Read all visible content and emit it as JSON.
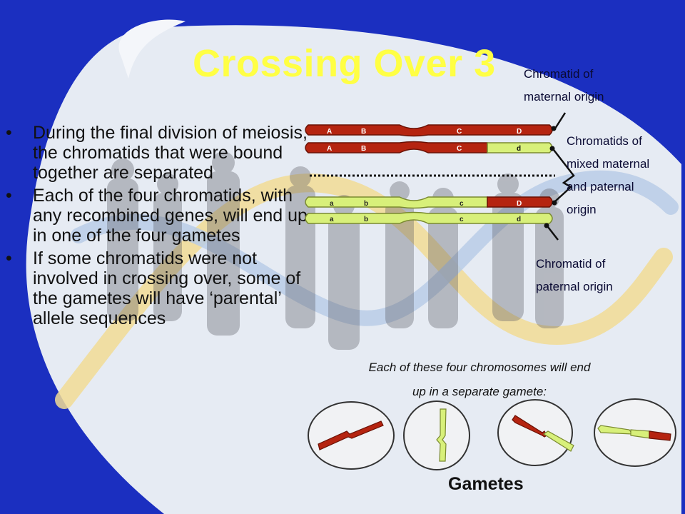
{
  "slide": {
    "title": "Crossing Over 3",
    "bullets": [
      {
        "text": "During the final division of meiosis, the chromatids that were bound together are separated"
      },
      {
        "text": "Each of the four chromatids, with any recombined genes, will end up in one of the four gametes"
      },
      {
        "text": "If some chromatids were not involved in crossing over, some of the gametes will have ‘parental’ allele sequences"
      }
    ],
    "bullet_char": "•"
  },
  "diagram": {
    "labels": {
      "maternal_line1": "Chromatid of",
      "maternal_line2": "maternal origin",
      "mixed_line1": "Chromatids of",
      "mixed_line2": "mixed maternal",
      "mixed_line3": "and paternal",
      "mixed_line4": "origin",
      "paternal_line1": "Chromatid of",
      "paternal_line2": "paternal origin"
    },
    "maternal_chromosome": {
      "top_chromatid_genes": [
        "A",
        "B",
        "C",
        "D"
      ],
      "bottom_chromatid_genes": [
        "A",
        "B",
        "C",
        "d"
      ]
    },
    "paternal_chromosome": {
      "top_chromatid_genes": [
        "a",
        "b",
        "c",
        "D"
      ],
      "bottom_chromatid_genes": [
        "a",
        "b",
        "c",
        "d"
      ]
    },
    "caption_line1": "Each of these four chromosomes will end",
    "caption_line2": "up in a separate gamete:",
    "gametes_label": "Gametes"
  },
  "colors": {
    "background": "#1b2fc0",
    "title": "#ffff44",
    "maternal": "#b52410",
    "paternal": "#d8f07a"
  }
}
